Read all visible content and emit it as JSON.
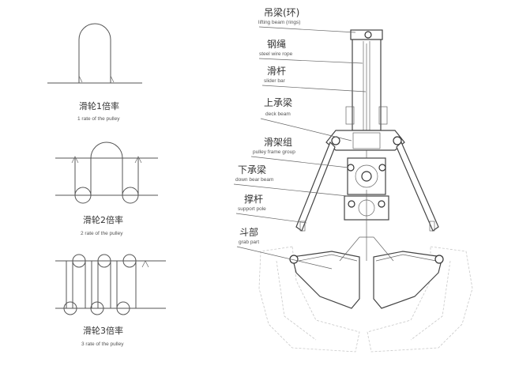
{
  "pulley_rates": [
    {
      "zh": "滑轮1倍率",
      "en": "1 rate of the pulley"
    },
    {
      "zh": "滑轮2倍率",
      "en": "2 rate of the pulley"
    },
    {
      "zh": "滑轮3倍率",
      "en": "3 rate of the pulley"
    }
  ],
  "parts": [
    {
      "zh": "吊梁(环)",
      "en": "lifting beam (rings)"
    },
    {
      "zh": "钢绳",
      "en": "steel wire rope"
    },
    {
      "zh": "滑杆",
      "en": "slider bar"
    },
    {
      "zh": "上承梁",
      "en": "deck beam"
    },
    {
      "zh": "滑架组",
      "en": "pulley frame group"
    },
    {
      "zh": "下承梁",
      "en": "down bear beam"
    },
    {
      "zh": "撑杆",
      "en": "support pole"
    },
    {
      "zh": "斗部",
      "en": "grab part"
    }
  ]
}
